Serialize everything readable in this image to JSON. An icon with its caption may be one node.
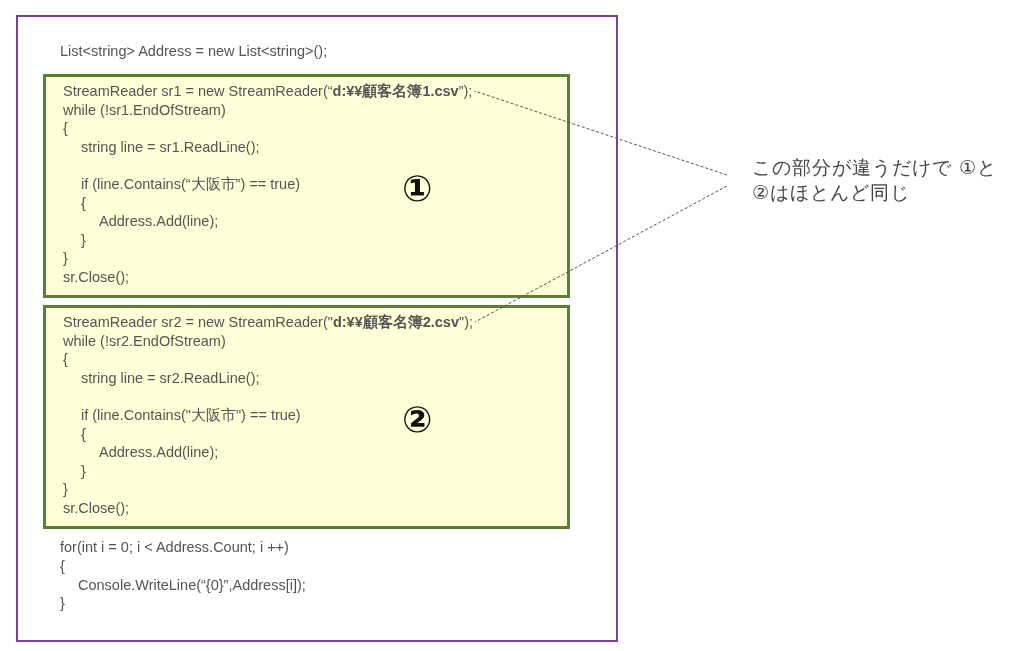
{
  "diagram": {
    "nodes": [
      {
        "text": [
          "List<string> Address = new List<string>();",
          "for(int i = 0; i < Address.Count;  i ++)",
          "{",
          "Console.WriteLine(“{0}”,Address[i]);",
          "}"
        ]
      },
      {
        "text": [
          "StreamReader sr1 = new StreamReader(“**d:¥¥顧客名簿1.csv**”);",
          "while (!sr1.EndOfStream)",
          "{",
          "string line = sr1.ReadLine();",
          "if (line.Contains(“大阪市”) == true)",
          "{",
          "Address.Add(line);",
          "}",
          "}",
          "sr.Close();",
          "①"
        ],
        "in": 0
      },
      {
        "text": [
          "StreamReader sr2 = new StreamReader(\"**d:¥¥顧客名簿2.csv**\");",
          "while (!sr2.EndOfStream)",
          "{",
          "string line = sr2.ReadLine();",
          "if (line.Contains(\"大阪市\") == true)",
          "{",
          "Address.Add(line);",
          "}",
          "}",
          "sr.Close();",
          "②"
        ],
        "in": 0
      },
      {
        "text": [
          "この部分が違うだけで ①と②はほとんど同じ"
        ]
      }
    ],
    "edges": [
      {
        "from": 3,
        "to": 1,
        "arrow": "none",
        "style": "dashed"
      },
      {
        "from": 3,
        "to": 2,
        "arrow": "none",
        "style": "dashed"
      }
    ]
  }
}
